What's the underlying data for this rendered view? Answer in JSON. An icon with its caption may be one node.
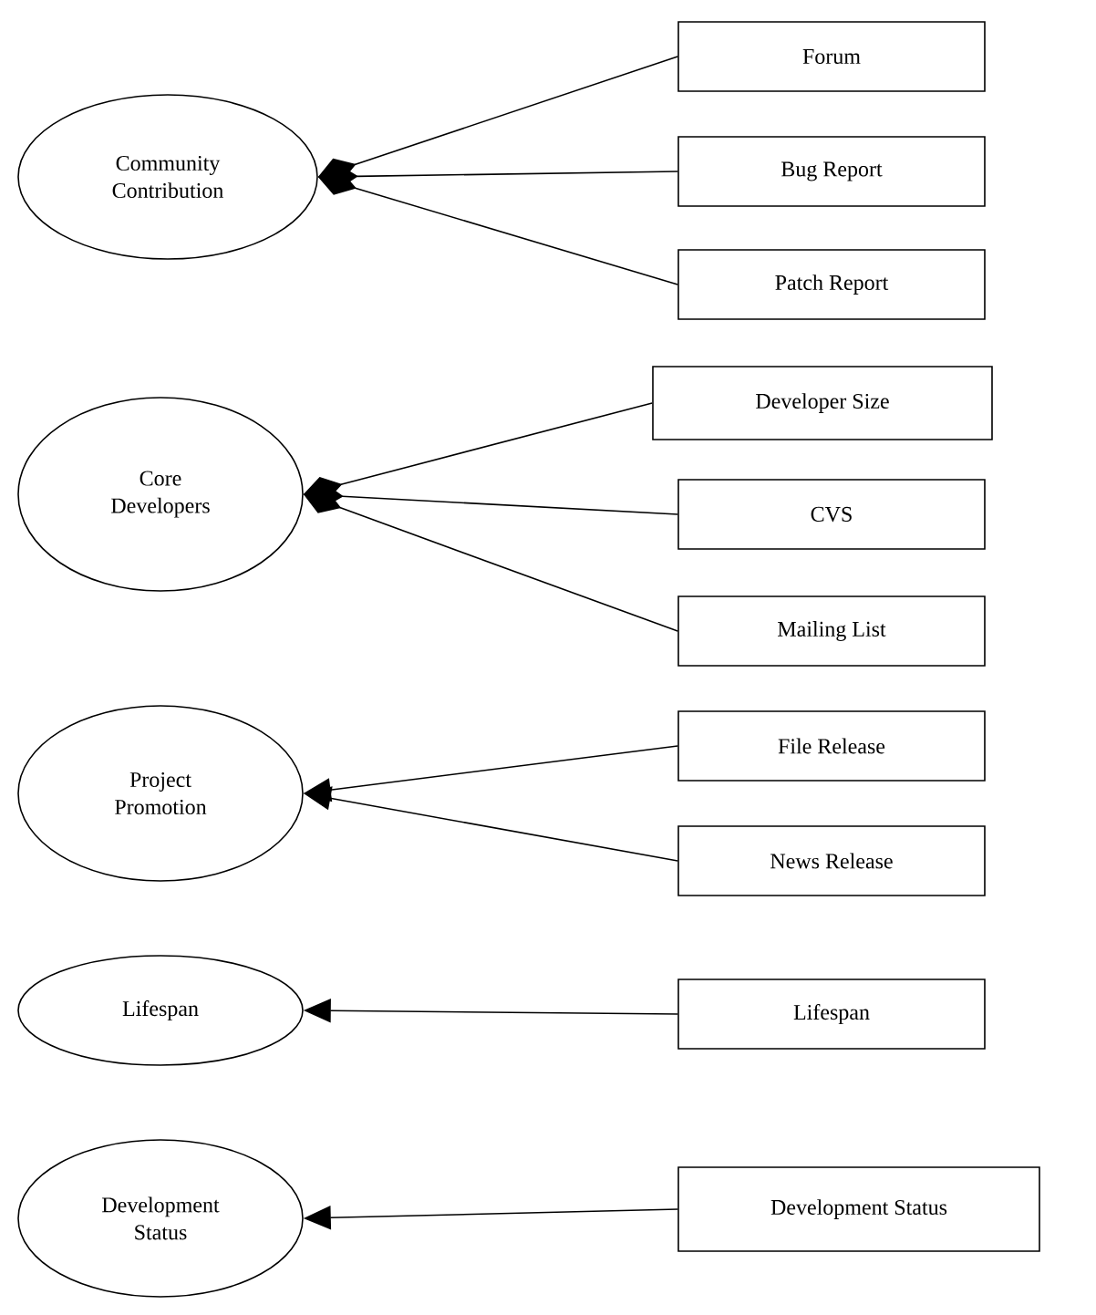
{
  "diagram": {
    "nodes": [
      {
        "text": [
          "Community Contribution"
        ]
      },
      {
        "text": [
          "Core Developers"
        ]
      },
      {
        "text": [
          "Project Promotion"
        ]
      },
      {
        "text": [
          "Lifespan"
        ]
      },
      {
        "text": [
          "Development Status"
        ]
      },
      {
        "text": [
          "Forum"
        ]
      },
      {
        "text": [
          "Bug Report"
        ]
      },
      {
        "text": [
          "Patch Report"
        ]
      },
      {
        "text": [
          "Developer  Size"
        ]
      },
      {
        "text": [
          "CVS"
        ]
      },
      {
        "text": [
          "Mailing List"
        ]
      },
      {
        "text": [
          "File Release"
        ]
      },
      {
        "text": [
          "News Release"
        ]
      },
      {
        "text": [
          "Lifespan"
        ]
      },
      {
        "text": [
          "Development Status"
        ]
      }
    ],
    "edges": [
      {
        "from": 5,
        "to": 0,
        "arrow": "other"
      },
      {
        "from": 6,
        "to": 0,
        "arrow": "other"
      },
      {
        "from": 7,
        "to": 0,
        "arrow": "other"
      },
      {
        "from": 8,
        "to": 1,
        "arrow": "other"
      },
      {
        "from": 9,
        "to": 1,
        "arrow": "other"
      },
      {
        "from": 10,
        "to": 1,
        "arrow": "other"
      },
      {
        "from": 11,
        "to": 2,
        "arrow": "to"
      },
      {
        "from": 12,
        "to": 2,
        "arrow": "to"
      },
      {
        "from": 13,
        "to": 3,
        "arrow": "to"
      },
      {
        "from": 14,
        "to": 4,
        "arrow": "to"
      }
    ]
  }
}
